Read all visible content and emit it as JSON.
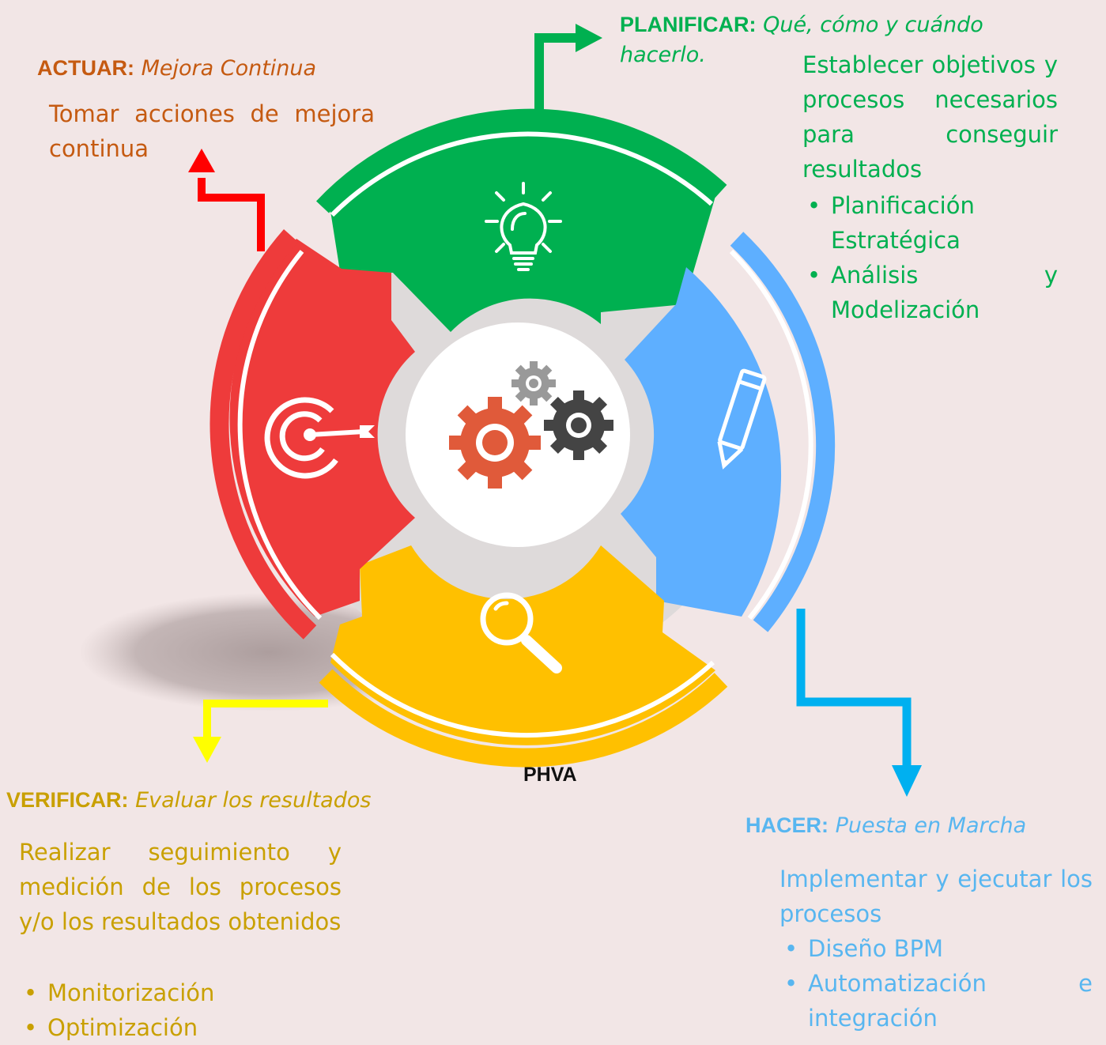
{
  "center": {
    "label": "PHVA"
  },
  "planificar": {
    "title": "PLANIFICAR:",
    "subtitle": "Qué, cómo y cuándo hacerlo.",
    "description": "Establecer objetivos y procesos necesarios para conseguir resultados",
    "bullets": [
      "Planificación Estratégica",
      "Análisis y Modelización"
    ],
    "color": "#00b050",
    "text_color": "#00b050",
    "icon": "lightbulb-icon"
  },
  "hacer": {
    "title": "HACER:",
    "subtitle": "Puesta en Marcha",
    "description": "Implementar y ejecutar los procesos",
    "bullets": [
      "Diseño BPM",
      "Automatización e integración"
    ],
    "color": "#5eafff",
    "text_color": "#58b6f0",
    "icon": "pencil-icon"
  },
  "verificar": {
    "title": "VERIFICAR:",
    "subtitle": "Evaluar los resultados",
    "description": "Realizar seguimiento y medición de los procesos y/o los resultados obtenidos",
    "bullets": [
      "Monitorización",
      "Optimización"
    ],
    "color": "#ffc000",
    "text_color": "#c9a000",
    "icon": "magnifier-icon"
  },
  "actuar": {
    "title": "ACTUAR:",
    "subtitle": "Mejora Continua",
    "description": "Tomar acciones de mejora continua",
    "bullets": [],
    "color": "#ee3b3b",
    "text_color": "#c55a11",
    "icon": "target-icon"
  },
  "gears": {
    "icon": "gears-icon",
    "colors": [
      "#e05a3a",
      "#444444",
      "#999999"
    ]
  }
}
